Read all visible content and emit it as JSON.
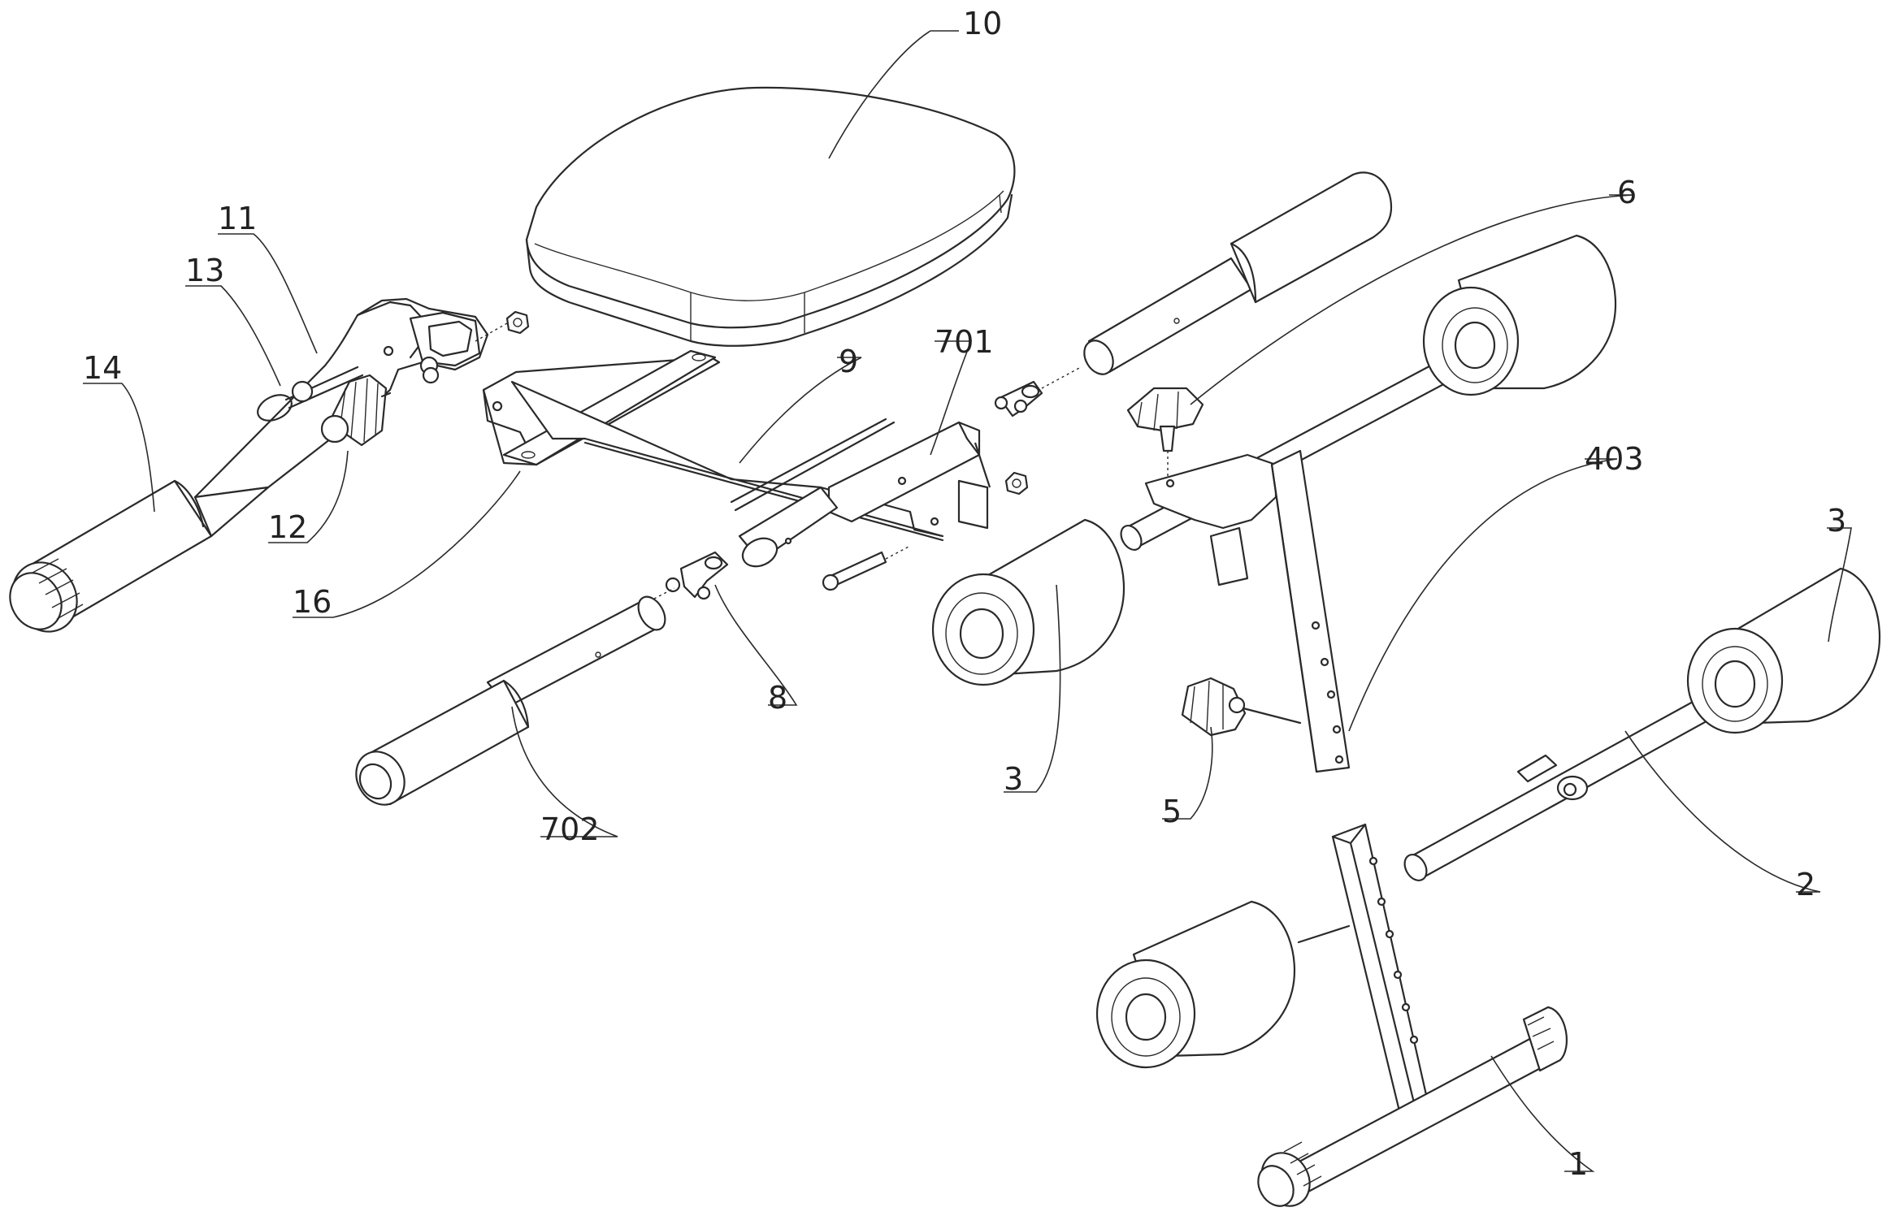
{
  "figure": {
    "labels": {
      "l10": "10",
      "l11": "11",
      "l13": "13",
      "l14": "14",
      "l12": "12",
      "l16": "16",
      "l9": "9",
      "l701": "701",
      "l6": "6",
      "l403": "403",
      "l3a": "3",
      "l3b": "3",
      "l8": "8",
      "l702": "702",
      "l5": "5",
      "l2": "2",
      "l1": "1"
    }
  }
}
